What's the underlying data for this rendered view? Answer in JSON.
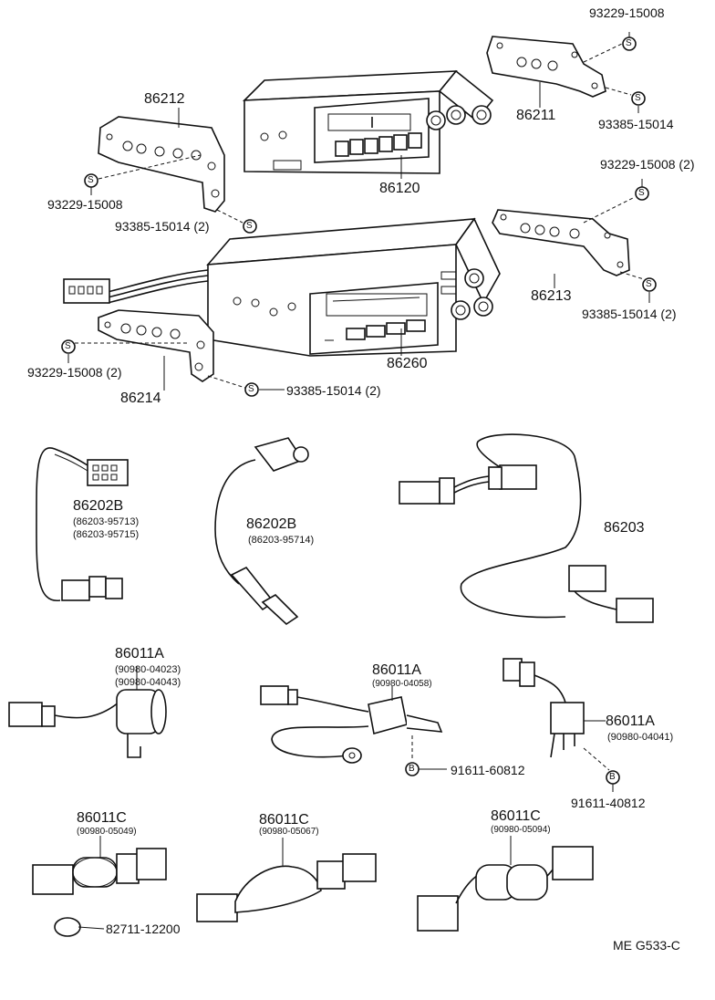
{
  "symbols": {
    "screw": "S",
    "bolt": "B"
  },
  "labels": {
    "p93229_15008_top": "93229-15008",
    "p86211": "86211",
    "p93385_15014_top": "93385-15014",
    "p86212": "86212",
    "p86120": "86120",
    "p93229_15008_left": "93229-15008",
    "p93385_15014_left": "93385-15014 (2)",
    "p93229_15008_right": "93229-15008 (2)",
    "p86213": "86213",
    "p93385_15014_right": "93385-15014 (2)",
    "p86260": "86260",
    "p93229_15008_lower": "93229-15008 (2)",
    "p86214": "86214",
    "p93385_15014_lower": "93385-15014 (2)",
    "p86202B_a": "86202B",
    "p86202B_a_sub1": "(86203-95713)",
    "p86202B_a_sub2": "(86203-95715)",
    "p86202B_b": "86202B",
    "p86202B_b_sub": "(86203-95714)",
    "p86203": "86203",
    "p86011A_a": "86011A",
    "p86011A_a_sub1": "(90980-04023)",
    "p86011A_a_sub2": "(90980-04043)",
    "p86011A_b": "86011A",
    "p86011A_b_sub": "(90980-04058)",
    "p91611_60812": "91611-60812",
    "p86011A_c": "86011A",
    "p86011A_c_sub": "(90980-04041)",
    "p91611_40812": "91611-40812",
    "p86011C_a": "86011C",
    "p86011C_a_sub": "(90980-05049)",
    "p86011C_b": "86011C",
    "p86011C_b_sub": "(90980-05067)",
    "p86011C_c": "86011C",
    "p86011C_c_sub": "(90980-05094)",
    "p82711_12200": "82711-12200",
    "footer_code": "ME  G533-C"
  }
}
